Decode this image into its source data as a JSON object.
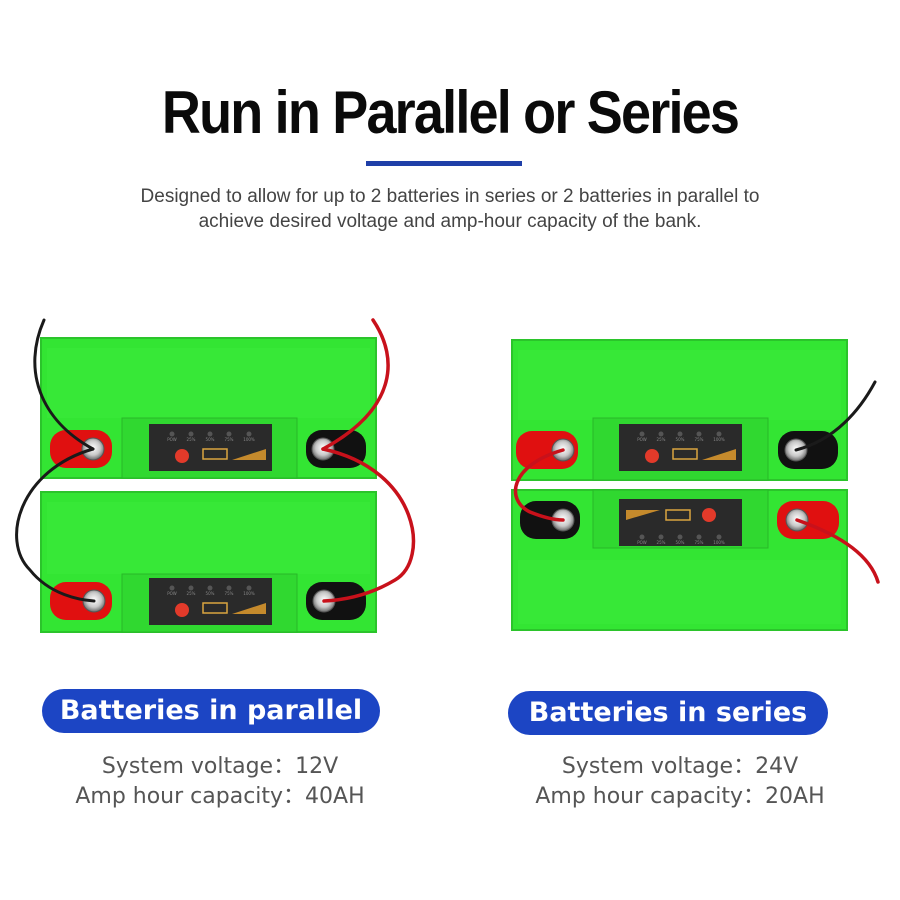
{
  "header": {
    "title": "Run in Parallel or Series",
    "accent_color": "#1f3fa8",
    "subtitle_line1": "Designed to allow for up to 2 batteries in series or 2 batteries in parallel to",
    "subtitle_line2": "achieve desired voltage and amp-hour capacity of the bank."
  },
  "colors": {
    "battery_body": "#33e533",
    "battery_edge": "#2bc42b",
    "terminal_positive": "#e01010",
    "wire_red": "#c8111b",
    "wire_black": "#1a1a1a",
    "pill_blue": "#1c45c4"
  },
  "indicator_labels": [
    "POW",
    "25%",
    "50%",
    "75%",
    "100%"
  ],
  "parallel": {
    "label": "Batteries in parallel",
    "voltage": "System voltage：12V",
    "capacity": "Amp hour capacity：40AH"
  },
  "series": {
    "label": "Batteries in series",
    "voltage": "System voltage：24V",
    "capacity": "Amp hour capacity：20AH"
  }
}
